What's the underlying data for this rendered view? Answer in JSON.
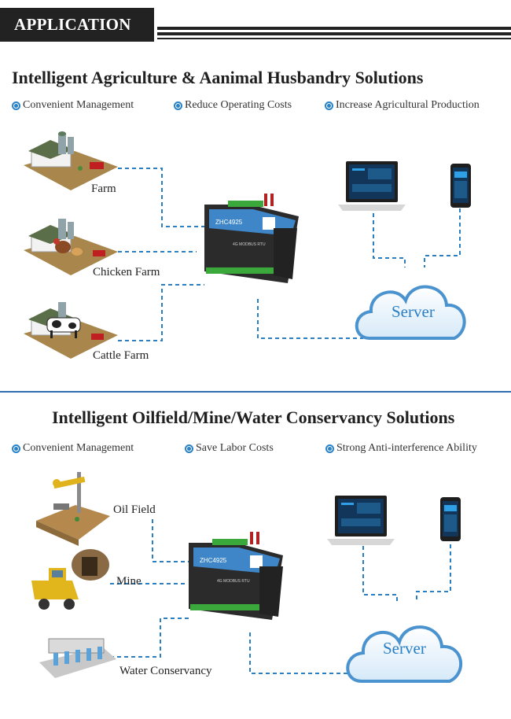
{
  "header": {
    "title": "APPLICATION"
  },
  "section1": {
    "title": "Intelligent Agriculture & Aanimal Husbandry Solutions",
    "features": [
      "Convenient Management",
      "Reduce Operating Costs",
      "Increase Agricultural Production"
    ],
    "sources": [
      "Farm",
      "Chicken Farm",
      "Cattle Farm"
    ],
    "server_label": "Server"
  },
  "section2": {
    "title": "Intelligent Oilfield/Mine/Water Conservancy Solutions",
    "features": [
      "Convenient Management",
      "Save Labor Costs",
      "Strong Anti-interference Ability"
    ],
    "sources": [
      "Oil Field",
      "Mine",
      "Water Conservancy"
    ],
    "server_label": "Server"
  },
  "device": {
    "model": "ZHC4925",
    "subtitle": "4G MODBUS RTU"
  },
  "colors": {
    "accent_blue": "#2a82c8",
    "dash_blue": "#2b7fc0",
    "header_dark": "#222222"
  },
  "icons": [
    "farm-icon",
    "chicken-farm-icon",
    "cattle-farm-icon",
    "oil-field-icon",
    "mine-icon",
    "water-conservancy-icon",
    "laptop-icon",
    "phone-icon",
    "cloud-icon",
    "io-controller-icon"
  ]
}
